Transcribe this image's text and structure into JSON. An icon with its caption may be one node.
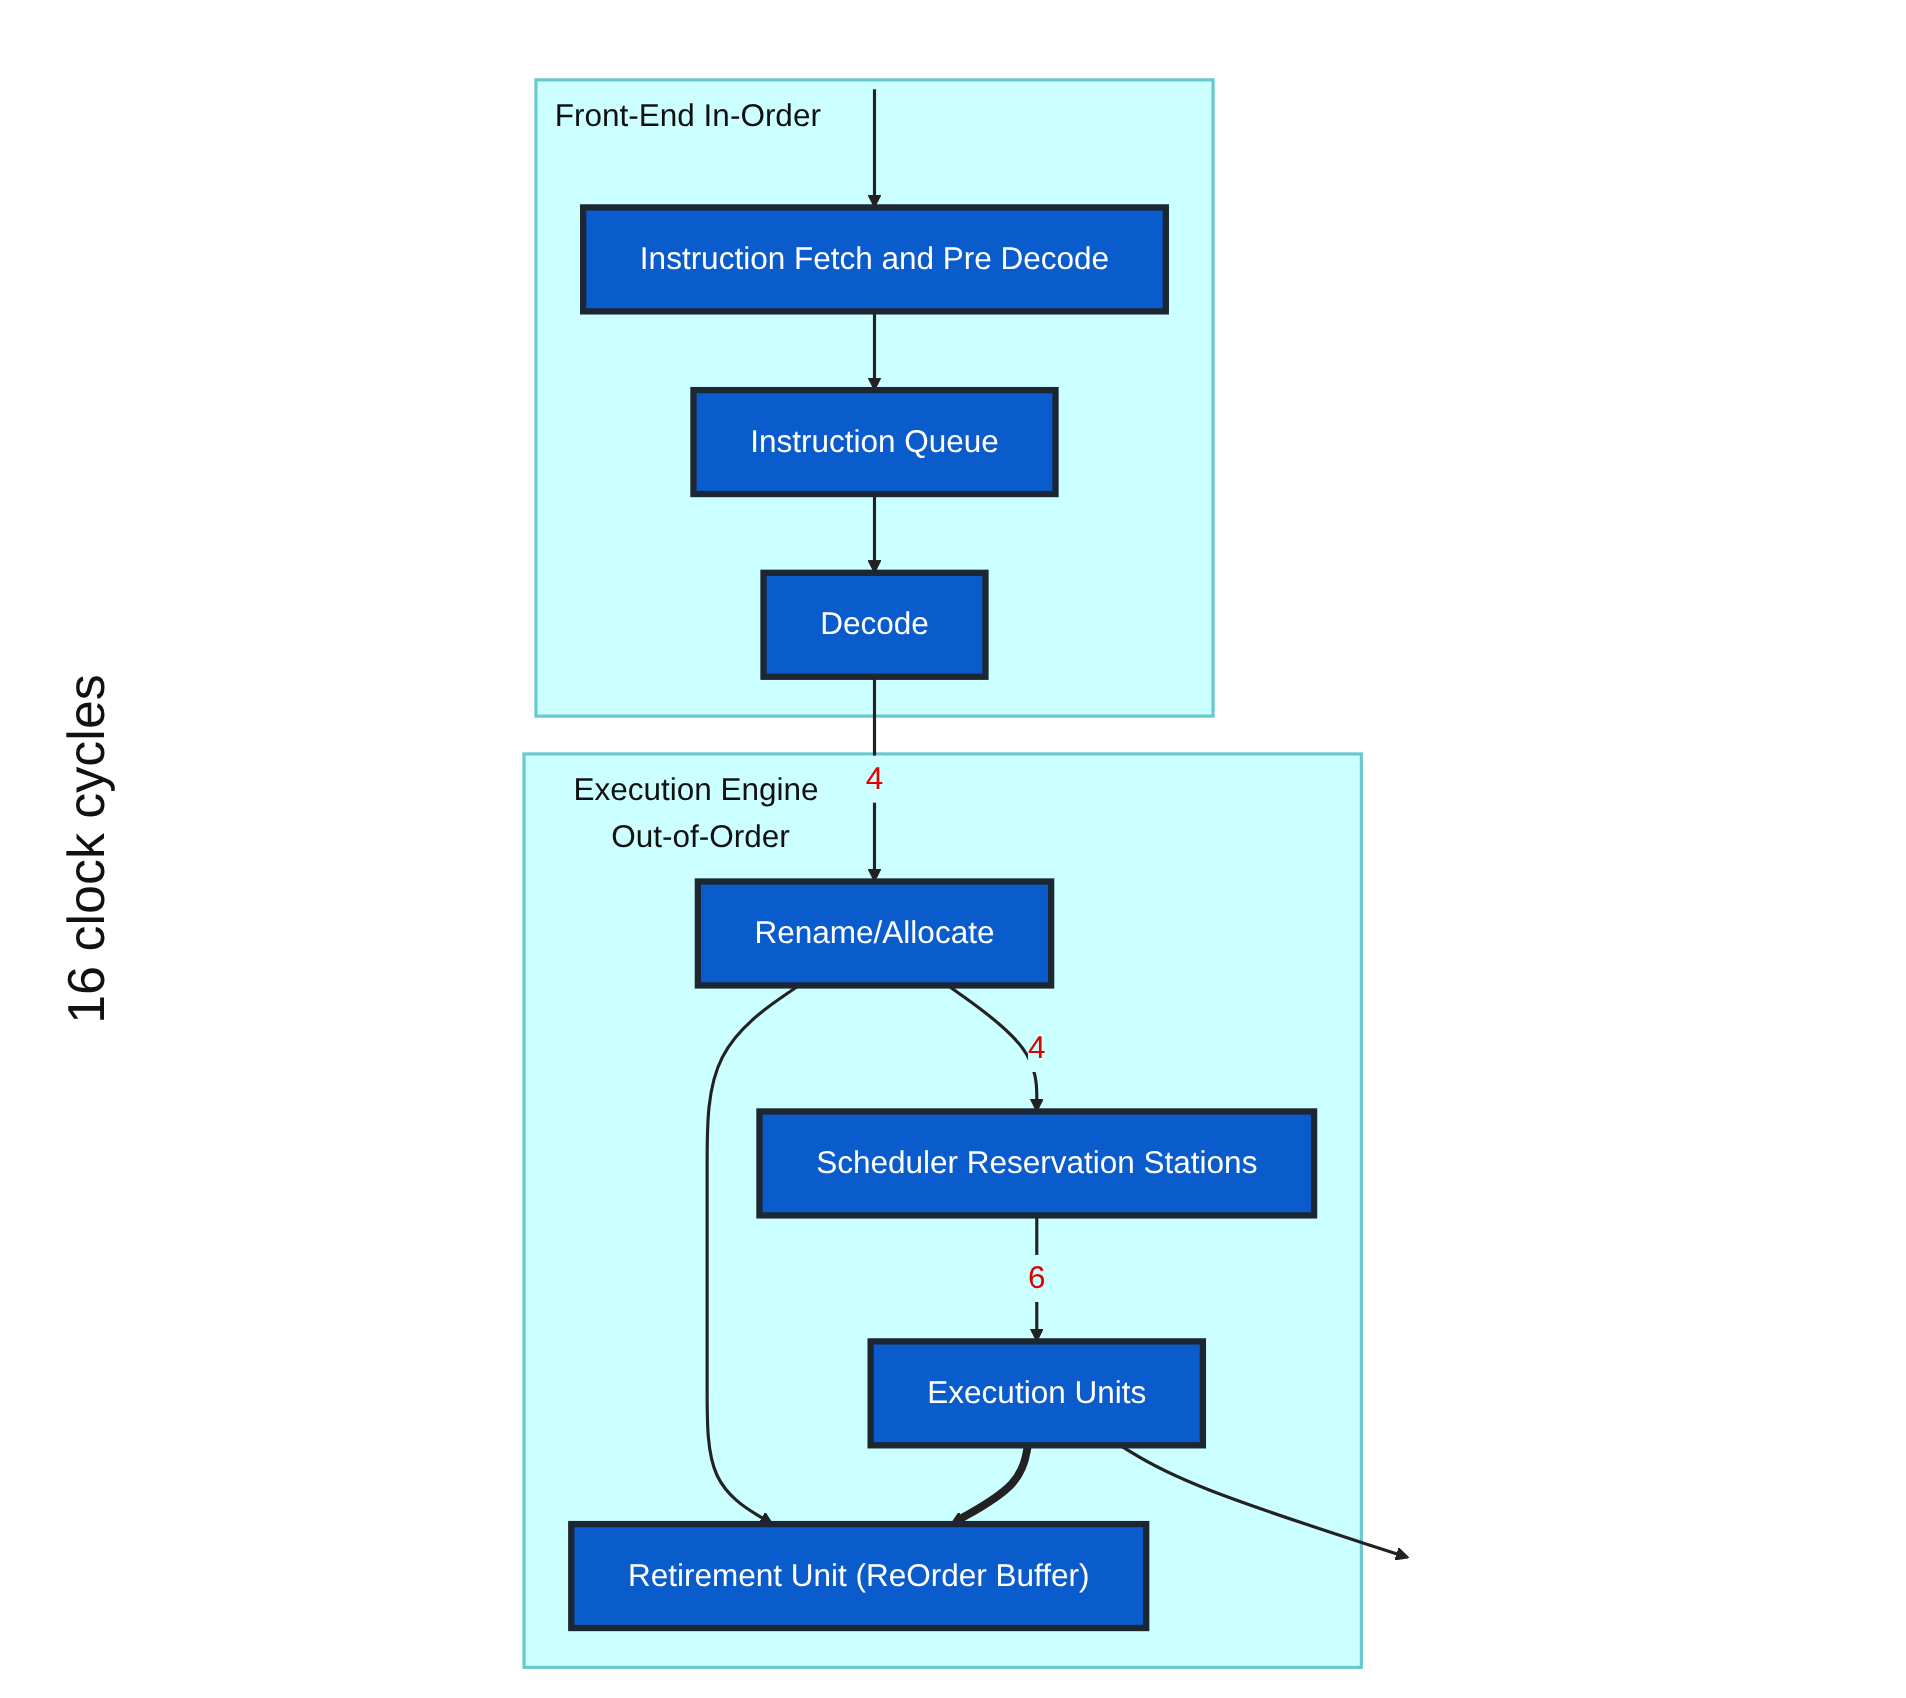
{
  "diagram": {
    "nodes": [
      {
        "text": [
          "Front-End In-Order"
        ]
      },
      {
        "text": [
          "Instruction Fetch and Pre Decode"
        ],
        "in": 0
      },
      {
        "text": [
          "Instruction Queue"
        ],
        "in": 0
      },
      {
        "text": [
          "Decode"
        ],
        "in": 0
      },
      {
        "text": [
          "Execution Engine Out-of-Order"
        ]
      },
      {
        "text": [
          "Rename/Allocate"
        ],
        "in": 4
      },
      {
        "text": [
          "Retirement Unit (ReOrder Buffer)"
        ],
        "in": 4
      },
      {
        "text": [
          "Scheduler Reservation Stations"
        ],
        "in": 4
      },
      {
        "text": [
          "Execution Units"
        ],
        "in": 4
      }
    ],
    "edges": [
      {
        "from": null,
        "to": 1,
        "arrow": "to"
      },
      {
        "from": 1,
        "to": 2,
        "arrow": "to"
      },
      {
        "from": 2,
        "to": 3,
        "arrow": "to"
      },
      {
        "from": 3,
        "to": 5,
        "arrow": "to",
        "label": "4"
      },
      {
        "from": 5,
        "to": 6,
        "arrow": "to"
      },
      {
        "from": 5,
        "to": 7,
        "arrow": "to",
        "label": "4"
      },
      {
        "from": 7,
        "to": 8,
        "arrow": "to",
        "label": "6"
      },
      {
        "from": 8,
        "to": 6,
        "arrow": "to",
        "style": "thick"
      },
      {
        "from": 8,
        "to": null,
        "arrow": "to"
      }
    ],
    "labels": [
      "16 clock cycles"
    ]
  }
}
